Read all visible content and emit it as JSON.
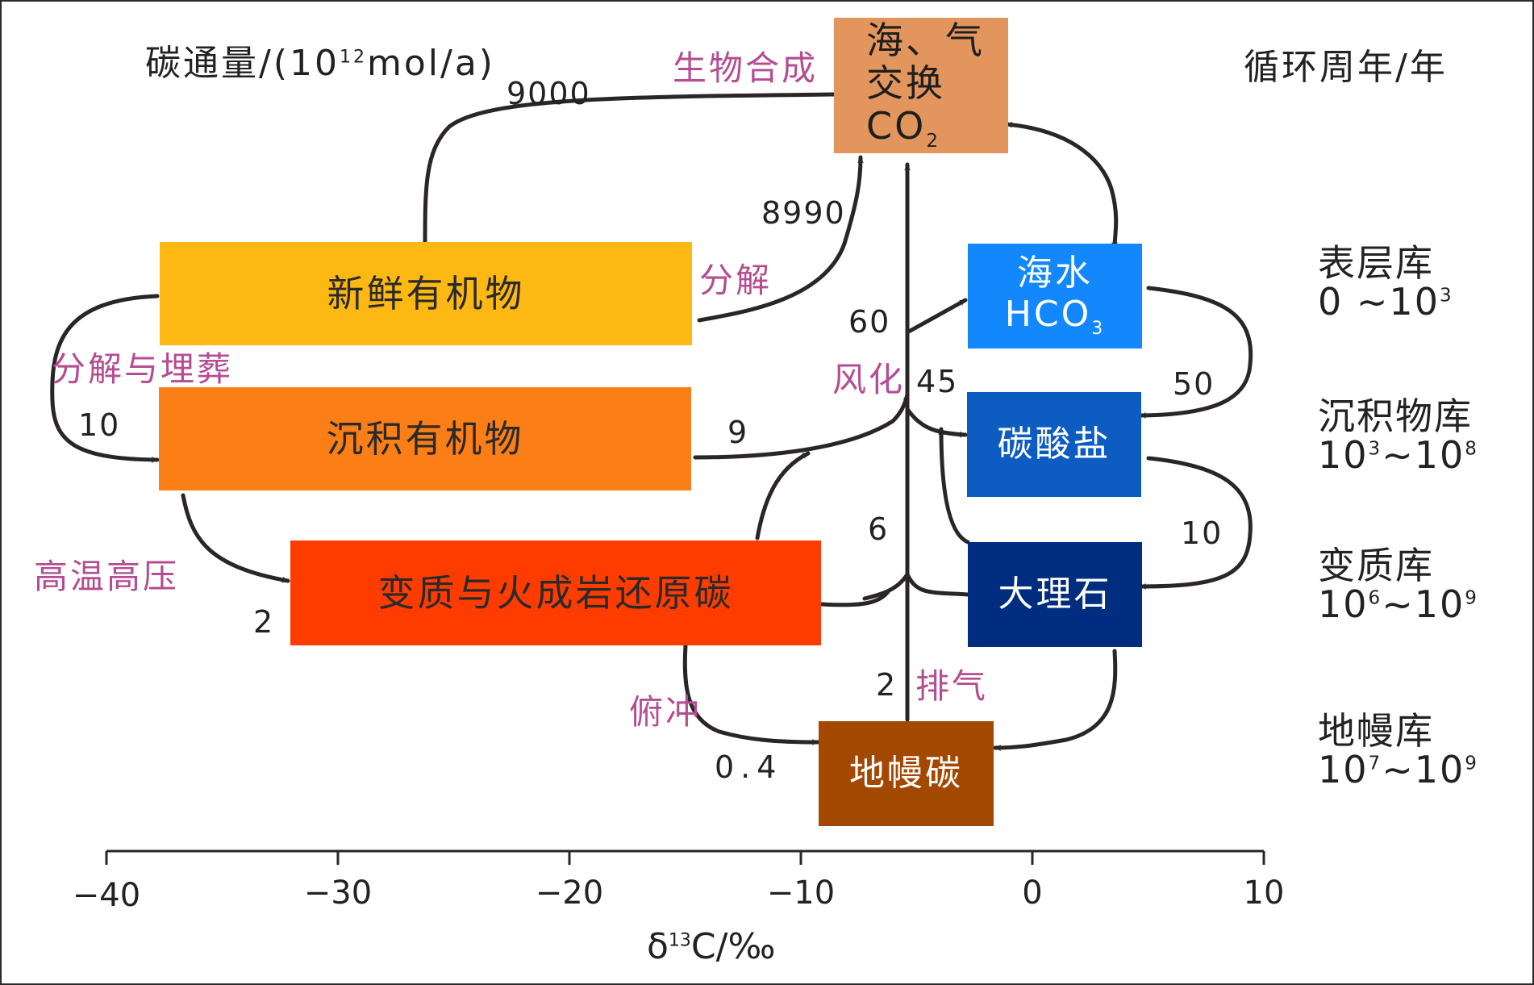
{
  "colors": {
    "atmosphere": "#E2965E",
    "fresh_organic": "#FDB813",
    "sedimentary_organic": "#FB7F16",
    "metamorphic": "#FF3C00",
    "mantle": "#A34800",
    "seawater": "#1288FC",
    "carbonate": "#0D5CC2",
    "marble": "#002D7F",
    "process_label": "#B44D92",
    "arrow": "#2B2626",
    "text_dark": "#222222"
  },
  "header": {
    "flux_unit": {
      "base": "碳通量/(10",
      "exp": "12",
      "tail": "mol/a)"
    },
    "cycle_period": "循环周年/年"
  },
  "boxes": {
    "atmosphere": {
      "line1": "海、气",
      "line2": "交换",
      "formula": "CO",
      "sub": "2"
    },
    "fresh_organic": "新鲜有机物",
    "sedimentary_organic": "沉积有机物",
    "metamorphic": "变质与火成岩还原碳",
    "mantle": "地幔碳",
    "seawater": {
      "line1": "海水",
      "formula": "HCO",
      "sub": "3"
    },
    "carbonate": "碳酸盐",
    "marble": "大理石"
  },
  "processes": {
    "biosynthesis": "生物合成",
    "decomposition": "分解",
    "decomp_burial": "分解与埋葬",
    "weathering": "风化",
    "high_temp_pressure": "高温高压",
    "subduction": "俯冲",
    "degassing": "排气"
  },
  "fluxes": {
    "f9000": "9000",
    "f8990": "8990",
    "f60": "60",
    "f45": "45",
    "f50": "50",
    "f10_left": "10",
    "f9": "9",
    "f6": "6",
    "f10_right": "10",
    "f2_left": "2",
    "f2_degas": "2",
    "f04": "0.4"
  },
  "reservoirs": [
    {
      "name": "表层库",
      "range": {
        "a": "0 ~10",
        "a_exp": "3",
        "b": "",
        "b_exp": ""
      }
    },
    {
      "name": "沉积物库",
      "range": {
        "a": "10",
        "a_exp": "3",
        "b": "~10",
        "b_exp": "8"
      }
    },
    {
      "name": "变质库",
      "range": {
        "a": "10",
        "a_exp": "6",
        "b": "~10",
        "b_exp": "9"
      }
    },
    {
      "name": "地幔库",
      "range": {
        "a": "10",
        "a_exp": "7",
        "b": "~10",
        "b_exp": "9"
      }
    }
  ],
  "axis": {
    "ticks": [
      "−40",
      "−30",
      "−20",
      "−10",
      "0",
      "10"
    ],
    "label": {
      "base": "δ",
      "exp": "13",
      "tail": "C/‰"
    }
  }
}
